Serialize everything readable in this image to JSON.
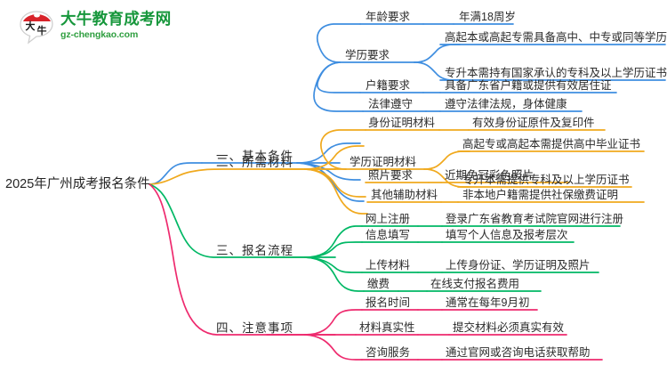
{
  "logo": {
    "mark_name": "da-niu-speech-bubble-logo",
    "mark_chars": "大牛",
    "title": "大牛教育成考网",
    "url": "gz-chengkao.com",
    "brand_green": "#17973c",
    "brand_red": "#d8232a"
  },
  "mindmap": {
    "type": "mindmap",
    "root": "2025年广州成考报名条件",
    "colors": {
      "branch1": "#3f8ee0",
      "branch2": "#f0a91e",
      "branch3": "#00b865",
      "branch4": "#ee2a6e"
    },
    "branches": [
      {
        "label": "一、基本条件",
        "color": "#3f8ee0",
        "children": [
          {
            "label": "年龄要求",
            "leaves": [
              "年满18周岁"
            ]
          },
          {
            "label": "学历要求",
            "leaves": [
              "高起本或高起专需具备高中、中专或同等学历",
              "专升本需持有国家承认的专科及以上学历证书"
            ]
          },
          {
            "label": "户籍要求",
            "leaves": [
              "具备广东省户籍或提供有效居住证"
            ]
          },
          {
            "label": "法律遵守",
            "leaves": [
              "遵守法律法规，身体健康"
            ]
          }
        ]
      },
      {
        "label": "二、所需材料",
        "color": "#f0a91e",
        "children": [
          {
            "label": "身份证明材料",
            "leaves": [
              "有效身份证原件及复印件"
            ]
          },
          {
            "label": "学历证明材料",
            "leaves": [
              "高起专或高起本需提供高中毕业证书",
              "专升本需提供专科及以上学历证书"
            ]
          },
          {
            "label": "照片要求",
            "leaves": [
              "近期免冠彩色照片"
            ]
          },
          {
            "label": "其他辅助材料",
            "leaves": [
              "非本地户籍需提供社保缴费证明"
            ]
          }
        ]
      },
      {
        "label": "三、报名流程",
        "color": "#00b865",
        "children": [
          {
            "label": "网上注册",
            "leaves": [
              "登录广东省教育考试院官网进行注册"
            ]
          },
          {
            "label": "信息填写",
            "leaves": [
              "填写个人信息及报考层次"
            ]
          },
          {
            "label": "上传材料",
            "leaves": [
              "上传身份证、学历证明及照片"
            ]
          },
          {
            "label": "缴费",
            "leaves": [
              "在线支付报名费用"
            ]
          }
        ]
      },
      {
        "label": "四、注意事项",
        "color": "#ee2a6e",
        "children": [
          {
            "label": "报名时间",
            "leaves": [
              "通常在每年9月初"
            ]
          },
          {
            "label": "材料真实性",
            "leaves": [
              "提交材料必须真实有效"
            ]
          },
          {
            "label": "咨询服务",
            "leaves": [
              "通过官网或咨询电话获取帮助"
            ]
          }
        ]
      }
    ]
  }
}
